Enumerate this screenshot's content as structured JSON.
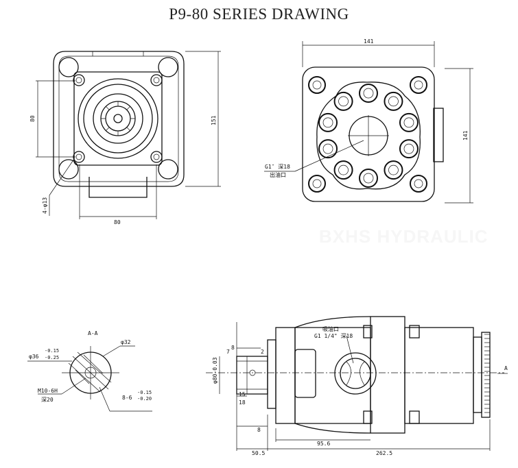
{
  "title": "P9-80  SERIES DRAWING",
  "watermark": "BXHS HYDRAULIC",
  "front_view": {
    "dim_height_inner": "80",
    "dim_height_outer": "151",
    "dim_width": "80",
    "dim_holes": "4-φ13"
  },
  "rear_view": {
    "dim_width": "141",
    "dim_height": "141",
    "port_label": "G1″ 深18",
    "port_note": "出油口"
  },
  "section_view": {
    "label": "A-A",
    "dia_outer": "φ32",
    "dia_spline": "φ36",
    "tol_spline_upper": "-0.15",
    "tol_spline_lower": "-0.25",
    "thread": "M10-6H",
    "thread_depth": "深20",
    "keys": "8-6",
    "tol_keys_upper": "-0.15",
    "tol_keys_lower": "-0.20"
  },
  "side_view": {
    "inlet_label": "G1 1/4\" 深18",
    "inlet_note": "吸油口",
    "dim_8": "8",
    "dim_7": "7",
    "dim_2": "2",
    "dim_dia80": "φ80-0.03",
    "dim_15": "15",
    "dim_18": "18",
    "dim_8b": "8",
    "dim_95": "95.6",
    "dim_50": "50.5",
    "dim_overall": "262.5",
    "section_mark": "A"
  }
}
